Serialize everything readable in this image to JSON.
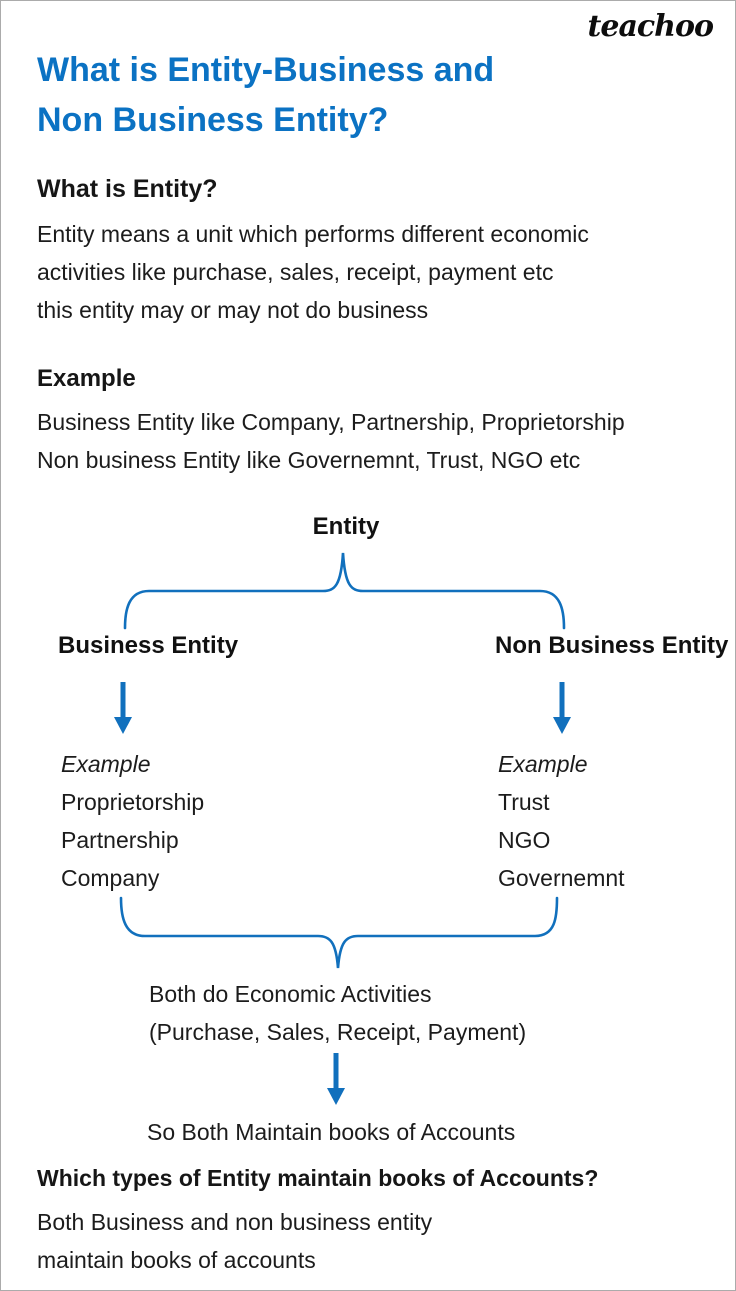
{
  "colors": {
    "accent_blue": "#0b72c3",
    "diagram_blue": "#1170bd",
    "text_black": "#1a1a1a"
  },
  "header": {
    "logo": "teachoo",
    "title_line1": "What is Entity-Business and",
    "title_line2": "Non Business Entity?"
  },
  "intro": {
    "heading": "What is Entity?",
    "lines": [
      "Entity means a unit which performs different economic",
      "activities like purchase, sales, receipt, payment etc",
      "this entity may or may not do business"
    ]
  },
  "example": {
    "heading": "Example",
    "lines": [
      "Business Entity like Company, Partnership, Proprietorship",
      "Non business Entity like Governemnt, Trust, NGO etc"
    ]
  },
  "diagram": {
    "root_label": "Entity",
    "left": {
      "label": "Business Entity",
      "example_label": "Example",
      "items": [
        "Proprietorship",
        "Partnership",
        "Company"
      ]
    },
    "right": {
      "label": "Non Business Entity",
      "example_label": "Example",
      "items": [
        "Trust",
        "NGO",
        "Governemnt"
      ]
    },
    "merge_lines": [
      "Both do Economic Activities",
      "(Purchase, Sales, Receipt, Payment)"
    ],
    "conclusion": "So Both Maintain books of Accounts"
  },
  "footer": {
    "heading": "Which types of Entity maintain books of Accounts?",
    "lines": [
      "Both Business and non business entity",
      "maintain books of accounts"
    ]
  }
}
